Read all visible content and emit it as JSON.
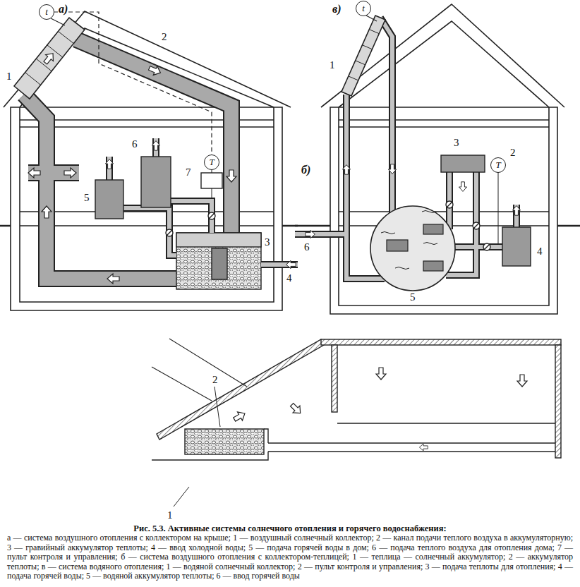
{
  "diagram": {
    "title": "Рис. 5.3. Активные системы солнечного отопления и горячего водоснабжения:",
    "caption": "а — система воздушного отопления с коллектором на крыше; 1 — воздушный солнечный коллектор; 2 — канал подачи теплого воздуха в аккумуляторную; 3 — гравийный аккумулятор теплоты; 4 — ввод холодной воды; 5 — подача горячей воды в дом; 6 — подача теплого воздуха для отопления дома; 7 — пульт контроля и управления; б — система воздушного отопления с коллектором-теплицей; 1 — теплица — солнечный аккумулятор; 2 — аккумулятор теплоты; в — система водяного отопления; 1 — водяной солнечный коллектор; 2 — пульт контроля и управления; 3 — подача теплоты для отопления; 4 — подача горячей воды; 5 — водяной аккумулятор теплоты; 6 — ввод горячей воды",
    "nodes": [
      {
        "text": [
          "t"
        ]
      },
      {
        "text": [
          "T"
        ]
      },
      {
        "text": [
          "t"
        ]
      },
      {
        "text": [
          "T"
        ]
      }
    ],
    "edges": [
      {
        "from": 0,
        "to": 1,
        "arrow": "none"
      }
    ],
    "labels": [
      "а)",
      "1",
      "2",
      "3",
      "4",
      "5",
      "6",
      "7",
      "б)",
      "1",
      "2",
      "в)",
      "1",
      "2",
      "3",
      "4",
      "5",
      "6"
    ]
  }
}
